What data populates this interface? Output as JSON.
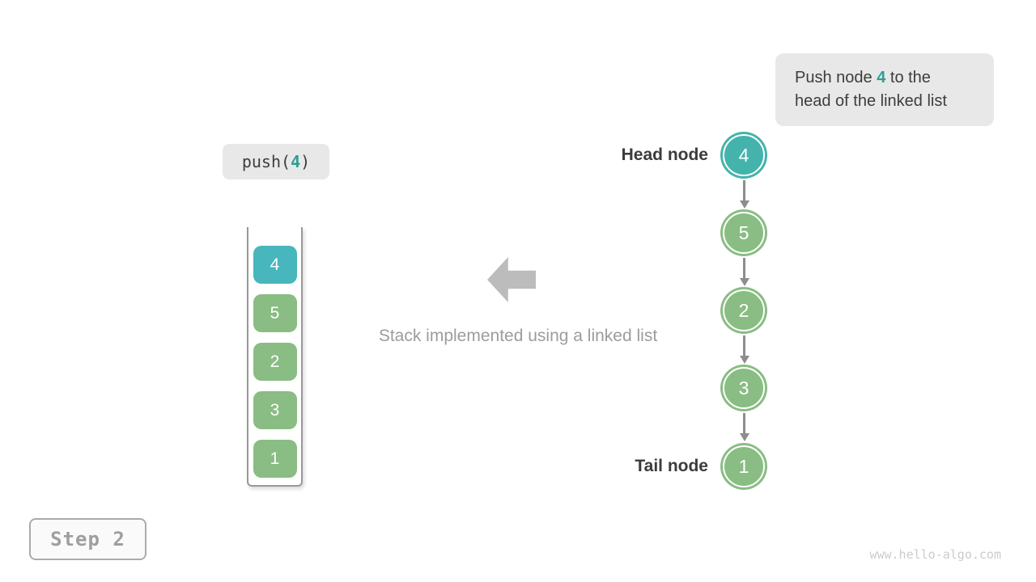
{
  "colors": {
    "teal-node": "#44b3ab",
    "teal-item": "#47b6bd",
    "green": "#89bd83",
    "accent-text": "#2d9e93",
    "box-gray": "#e8e8e8",
    "dark-text": "#3d3d3d",
    "muted-gray": "#9c9c9c",
    "arrow-gray": "#bcbcbc",
    "line-gray": "#8d8d8d",
    "border-gray": "#999999",
    "step-text": "#9e9e9e",
    "watermark-gray": "#cccccc"
  },
  "note": {
    "prefix": "Push node ",
    "highlight": "4",
    "suffix": " to the\nhead of the linked list"
  },
  "code": {
    "prefix": "push(",
    "highlight": "4",
    "suffix": ")"
  },
  "stack": {
    "items": [
      {
        "value": "4",
        "type": "teal"
      },
      {
        "value": "5",
        "type": "green"
      },
      {
        "value": "2",
        "type": "green"
      },
      {
        "value": "3",
        "type": "green"
      },
      {
        "value": "1",
        "type": "green"
      }
    ]
  },
  "caption": "Stack implemented using a linked list",
  "linked_list": {
    "head_label": "Head node",
    "tail_label": "Tail node",
    "nodes": [
      {
        "value": "4",
        "type": "teal"
      },
      {
        "value": "5",
        "type": "green"
      },
      {
        "value": "2",
        "type": "green"
      },
      {
        "value": "3",
        "type": "green"
      },
      {
        "value": "1",
        "type": "green"
      }
    ]
  },
  "step_label": "Step 2",
  "watermark": "www.hello-algo.com"
}
